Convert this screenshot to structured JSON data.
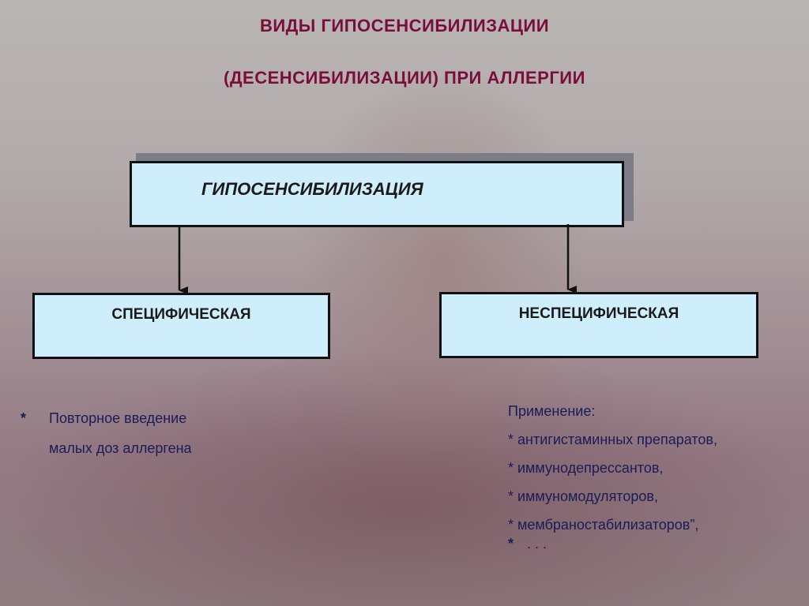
{
  "title": {
    "line1": "ВИДЫ  ГИПОСЕНСИБИЛИЗАЦИИ",
    "line2": "(ДЕСЕНСИБИЛИЗАЦИИ)  ПРИ  АЛЛЕРГИИ"
  },
  "diagram": {
    "root_label": "ГИПОСЕНСИБИЛИЗАЦИЯ",
    "left_label": "СПЕЦИФИЧЕСКАЯ",
    "right_label": "НЕСПЕЦИФИЧЕСКАЯ"
  },
  "left_notes": {
    "bullet": "*",
    "line1": "Повторное введение",
    "line2": "малых доз аллергена"
  },
  "right_notes": {
    "heading": "Применение:",
    "items": [
      "* антигистаминных препаратов,",
      "* иммунодепрессантов,",
      "* иммуномодуляторов,",
      "* мембраностабилизаторов”,"
    ],
    "last_star": "*",
    "last_text": ". . ."
  },
  "colors": {
    "title": "#7a0e3a",
    "box_fill": "#cfeefc",
    "list_text": "#1b1b5a"
  }
}
